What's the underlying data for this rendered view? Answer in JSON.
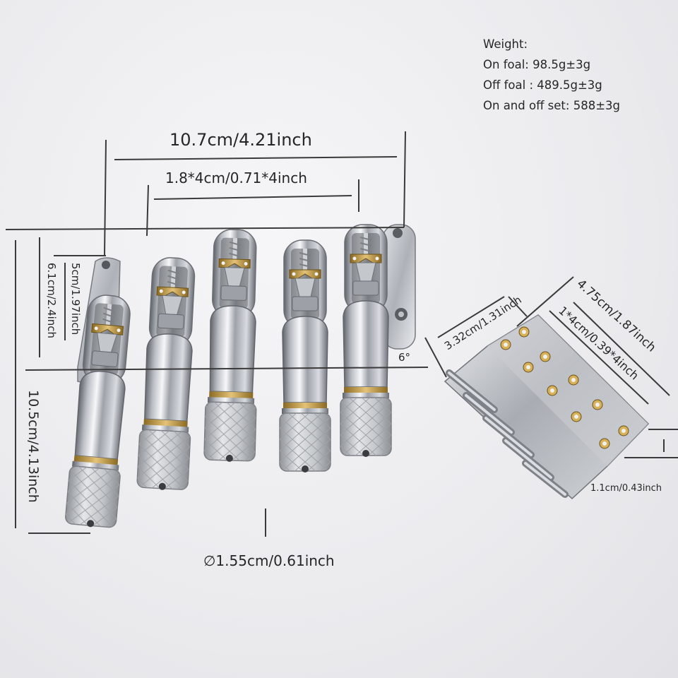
{
  "weight": {
    "heading": "Weight:",
    "on_foal": "On foal: 98.5g±3g",
    "off_foal": "Off foal : 489.5g±3g",
    "set": "On and off set: 588±3g"
  },
  "dimensions": {
    "total_width": "10.7cm/4.21inch",
    "saddle_width": "1.8*4cm/0.71*4inch",
    "height_5": "5cm/1.97inch",
    "height_6": "6.1cm/2.4inch",
    "total_height": "10.5cm/4.13inch",
    "diameter": "∅1.55cm/0.61inch",
    "angle": "6°",
    "nut_depth": "3.32cm/1.31inch",
    "nut_length": "4.75cm/1.87inch",
    "nut_spacing": "1*4cm/0.39*4inch",
    "nut_height": "1.1cm/0.43inch"
  },
  "colors": {
    "chrome_dark": "#6d7178",
    "chrome_light": "#f4f5f7",
    "brass": "#c9a24a",
    "knurl": "#c7c9cc",
    "line": "#3a3a3a"
  }
}
